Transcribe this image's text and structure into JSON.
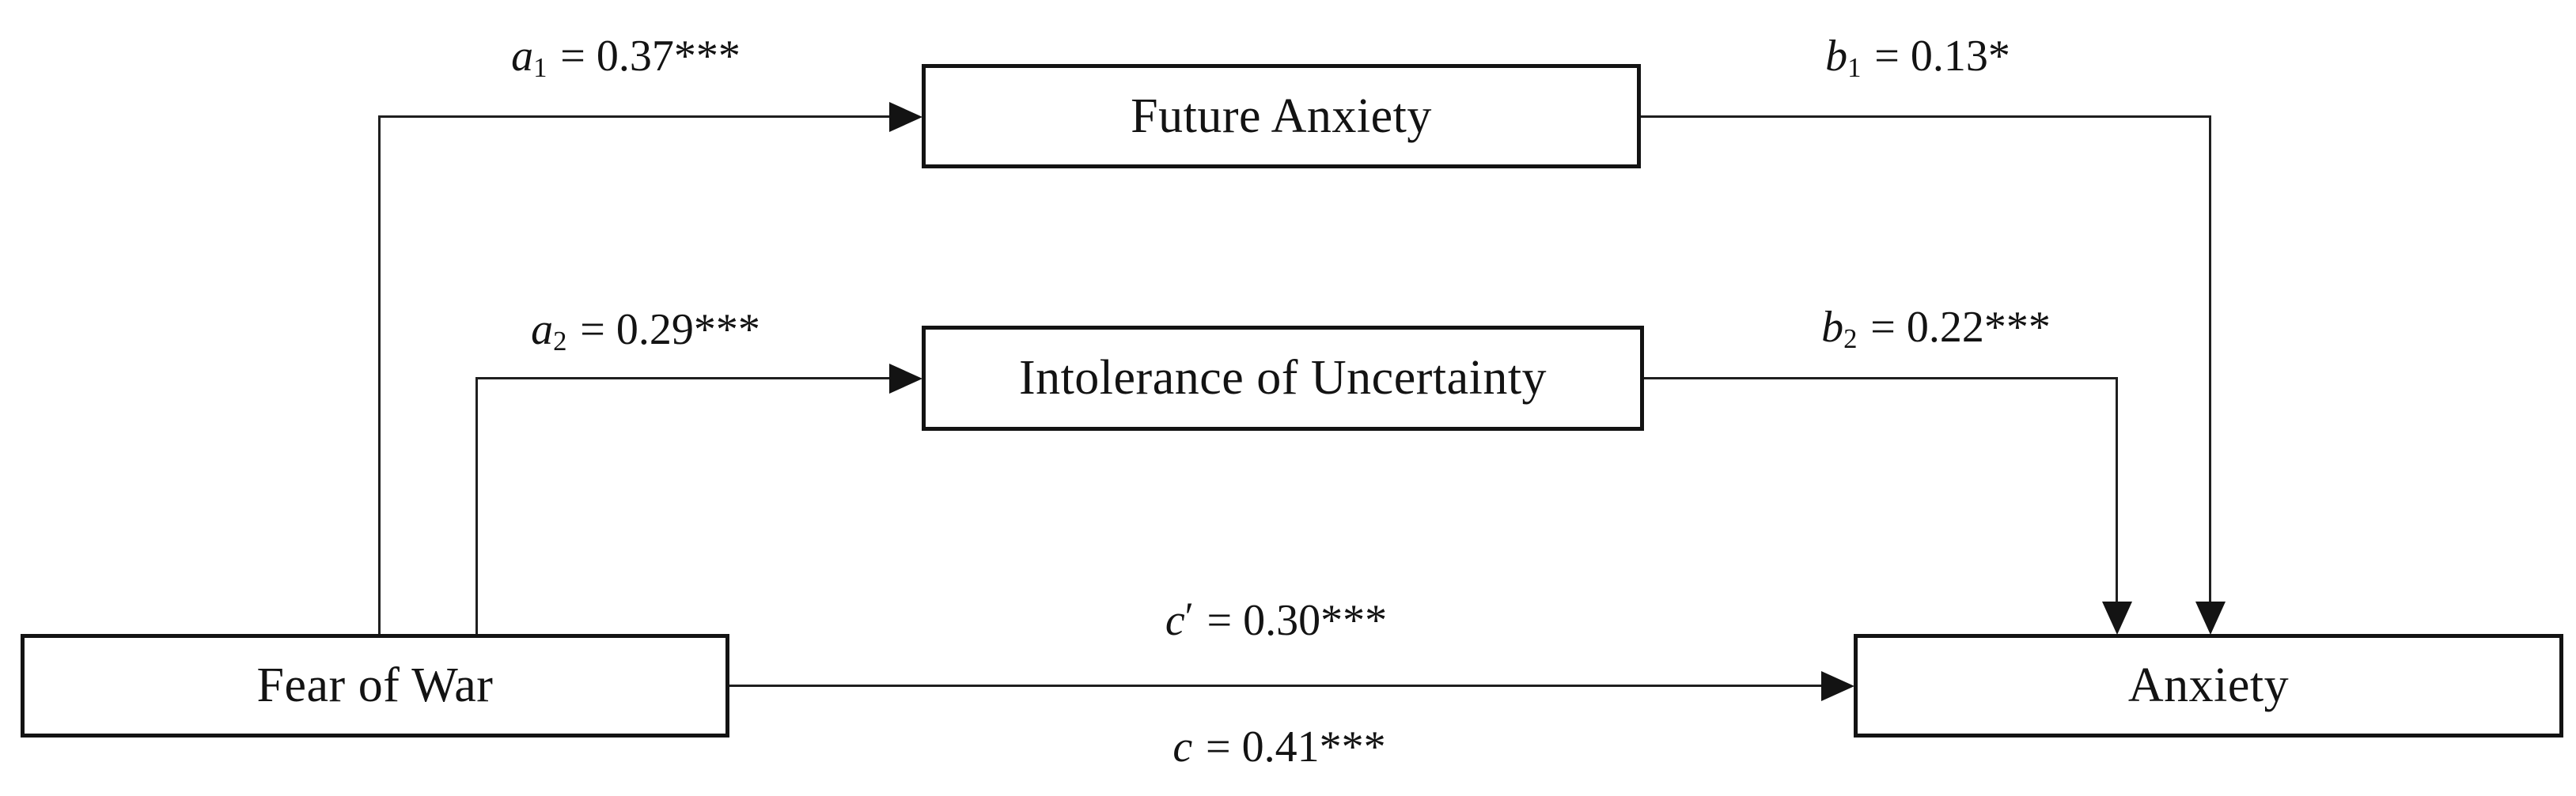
{
  "figure": {
    "type": "mediation-path-model",
    "background_color": "#ffffff",
    "stroke_color": "#131313",
    "nodes": [
      {
        "id": "fear_of_war",
        "label": "Fear of War"
      },
      {
        "id": "future_anxiety",
        "label": "Future Anxiety"
      },
      {
        "id": "intolerance_of_uncertainty",
        "label": "Intolerance of Uncertainty"
      },
      {
        "id": "anxiety",
        "label": "Anxiety"
      }
    ],
    "paths": [
      {
        "id": "a1",
        "from": "fear_of_war",
        "to": "future_anxiety",
        "letter": "a",
        "subscript": "1",
        "prime": "",
        "coefficient": "= 0.37***"
      },
      {
        "id": "a2",
        "from": "fear_of_war",
        "to": "intolerance_of_uncertainty",
        "letter": "a",
        "subscript": "2",
        "prime": "",
        "coefficient": "= 0.29***"
      },
      {
        "id": "b1",
        "from": "future_anxiety",
        "to": "anxiety",
        "letter": "b",
        "subscript": "1",
        "prime": "",
        "coefficient": "= 0.13*"
      },
      {
        "id": "b2",
        "from": "intolerance_of_uncertainty",
        "to": "anxiety",
        "letter": "b",
        "subscript": "2",
        "prime": "",
        "coefficient": "= 0.22***"
      },
      {
        "id": "c_direct",
        "from": "fear_of_war",
        "to": "anxiety",
        "letter": "c",
        "subscript": "",
        "prime": "′",
        "coefficient": "= 0.30***"
      },
      {
        "id": "c_total",
        "from": "fear_of_war",
        "to": "anxiety",
        "letter": "c",
        "subscript": "",
        "prime": "",
        "coefficient": "= 0.41***"
      }
    ]
  }
}
